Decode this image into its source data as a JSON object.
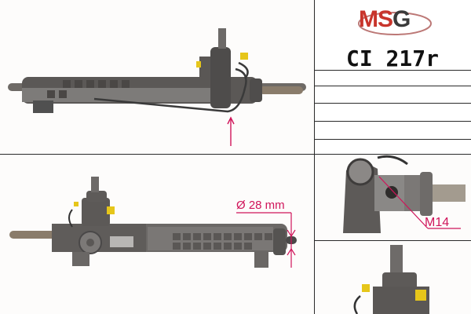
{
  "brand": {
    "logo": "MSG",
    "logo_color_primary": "#c8342b",
    "logo_color_secondary": "#3a3a3a"
  },
  "product": {
    "part_number": "CI 217r",
    "spec_rows": [
      "",
      "",
      "",
      "",
      ""
    ]
  },
  "annotations": {
    "diameter_label": "Ø 28 mm",
    "thread_label": "M14",
    "accent_color": "#d0145a"
  },
  "images": {
    "top_left": "steering-rack-top-view",
    "bottom_left": "steering-rack-side-view",
    "right_top": "port-closeup",
    "right_bottom": "valve-body-closeup"
  }
}
